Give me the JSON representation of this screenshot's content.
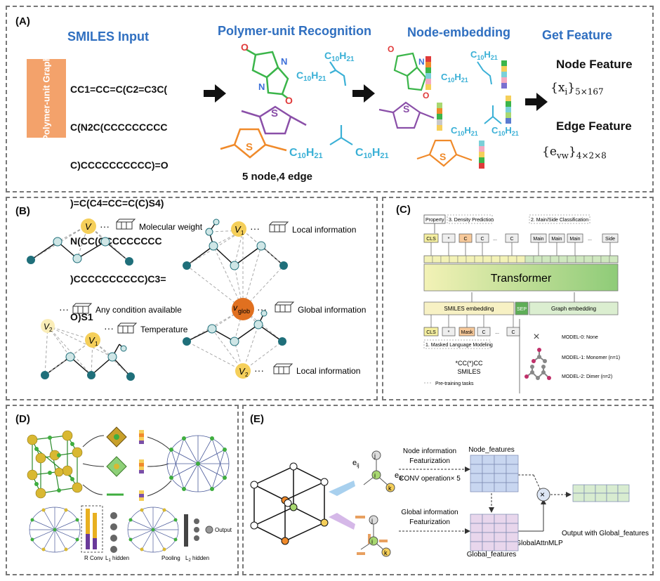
{
  "panelA": {
    "label": "(A)",
    "headers": {
      "smiles_input": "SMILES Input",
      "recognition": "Polymer-unit Recognition",
      "embedding": "Node-embedding",
      "get_feature": "Get Feature"
    },
    "side_tag": "Polymer-unit Graph",
    "smiles_lines": [
      "CC1=CC=C(C2=C3C(",
      "C(N2C(CCCCCCCCC",
      "C)CCCCCCCCCC)=O",
      ")=C(C4=CC=C(C)S4)",
      "N(CC(CCCCCCCCC",
      ")CCCCCCCCCC)C3=",
      "O)S1"
    ],
    "node_edge_caption": "5 node,4 edge",
    "node_feature_title": "Node Feature",
    "node_feature_math": "{x",
    "node_feature_sub_i": "i",
    "node_feature_close": "}",
    "node_feature_dim": "5×167",
    "edge_feature_title": "Edge Feature",
    "edge_feature_math": "{e",
    "edge_feature_sub_vw": "vw",
    "edge_feature_close": "}",
    "edge_feature_dim": "4×2×8",
    "chain_label": "C10H21",
    "sulfur": "S",
    "nitrogen": "N"
  },
  "panelB": {
    "label": "(B)",
    "annotations": {
      "molecular_weight": "Molecular weight",
      "local_info_top": "Local information",
      "global_info": "Global information",
      "any_condition": "Any condition available",
      "temperature": "Temperature",
      "local_info_bottom": "Local information"
    },
    "node_v": "V",
    "node_v1": "V",
    "node_v2": "V",
    "node_vglob": "v",
    "sub_1": "1",
    "sub_2": "2",
    "sub_glob": "glob",
    "ellipsis": "···"
  },
  "panelC": {
    "label": "(C)",
    "property": "Property",
    "density_task": "3. Density Prediction",
    "mainside_task": "2. Main/Side Classification",
    "top_tokens": [
      "CLS",
      "*",
      "C",
      "C",
      "C"
    ],
    "top_side_tokens": [
      "Main",
      "Main",
      "Main",
      "Side"
    ],
    "transformer": "Transformer",
    "smiles_embedding": "SMILES embedding",
    "sep": "SEP",
    "graph_embedding": "Graph embedding",
    "bottom_tokens": [
      "CLS",
      "*",
      "Mask",
      "C",
      "C"
    ],
    "mlm_task": "1. Masked Language Modeling",
    "smiles_example": "*CC(*)CC",
    "smiles_word": "SMILES",
    "pretraining_legend": "Pre-training tasks",
    "model0": "MODEL-0: None",
    "model1": "MODEL-1: Monomer (n=1)",
    "model2": "MODEL-2: Dimer (n=2)",
    "dots": "...",
    "cross": "×"
  },
  "panelD": {
    "label": "(D)",
    "rconv": "R Conv",
    "l1hidden": "L",
    "l1sub": "1",
    "hidden_word": "hidden",
    "pooling": "Pooling",
    "l2hidden": "L",
    "l2sub": "2",
    "output": "Output"
  },
  "panelE": {
    "label": "(E)",
    "node_info_1": "Node information",
    "node_info_2": "Featurization",
    "conv_op": "CONV operation× 5",
    "global_info_1": "Global information",
    "global_info_2": "Featurization",
    "node_features": "Node_features",
    "global_features": "Global_features",
    "global_attn": "GlobalAttnMLP",
    "output_label": "Output with Global_features",
    "e_ij": "e",
    "e_ij_sub": "ij",
    "e_ik": "e",
    "e_ik_sub": "ik",
    "node_i": "i",
    "node_j": "j",
    "node_k": "k",
    "times": "×"
  },
  "colors": {
    "panel_title_blue": "#2f6fc0",
    "orange_tag": "#f3a26b",
    "green_structure": "#3bb54a",
    "purple_thiophene": "#8a4fa8",
    "orange_thiophene": "#f08a2a",
    "cyan_chain": "#3ab0d6",
    "teal_node": "#1f6f7a",
    "yellow_node": "#f5cf5a",
    "orange_node": "#e07020",
    "transformer_green": "#b7dd9a",
    "smiles_emb_yellow": "#f7f1c4",
    "graph_emb_green": "#dbeed0",
    "node_feature_grid": "#c8d6f0",
    "global_feature_grid": "#e8d6ec",
    "output_grid": "#d8ecd0"
  }
}
